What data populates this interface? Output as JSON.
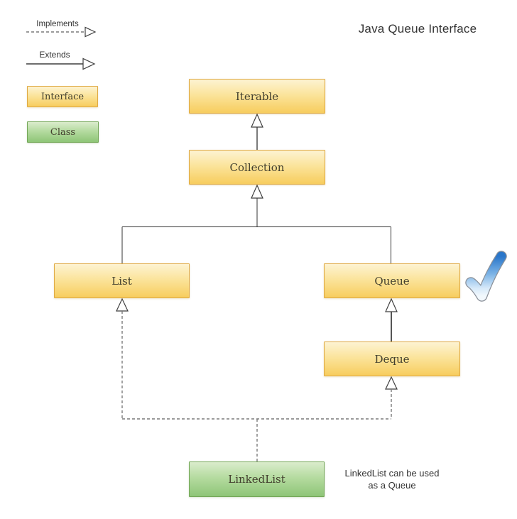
{
  "title": "Java Queue Interface",
  "legend": {
    "implements_label": "Implements",
    "extends_label": "Extends",
    "interface_label": "Interface",
    "class_label": "Class"
  },
  "nodes": {
    "iterable": "Iterable",
    "collection": "Collection",
    "list": "List",
    "queue": "Queue",
    "deque": "Deque",
    "linkedlist": "LinkedList"
  },
  "annotation": {
    "line1": "LinkedList can be used",
    "line2": "as a Queue"
  },
  "icons": {
    "checkmark": "blue-glossy-checkmark"
  },
  "colors": {
    "interface_fill_top": "#fdf3d2",
    "interface_fill_bottom": "#f7cd5e",
    "interface_border": "#dfa943",
    "class_fill_top": "#daeccc",
    "class_fill_bottom": "#8ec577",
    "class_border": "#74a758",
    "line_solid": "#4d4d4d",
    "line_dashed": "#7a7a7a",
    "checkmark_blue": "#2a76c9"
  }
}
